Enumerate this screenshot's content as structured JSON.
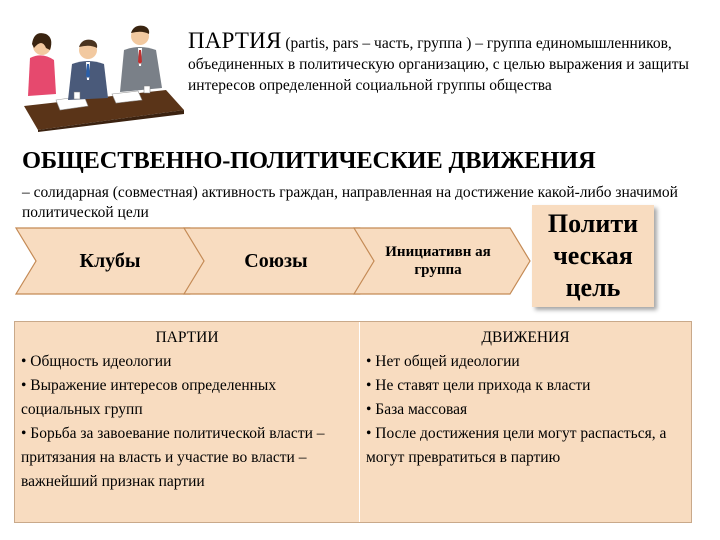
{
  "party": {
    "title": "ПАРТИЯ",
    "definition": " (partis, pars – часть, группа ) – группа единомышленников, объединенных в политическую организацию, с целью выражения и защиты интересов определенной социальной группы общества"
  },
  "movements": {
    "title": "ОБЩЕСТВЕННО-ПОЛИТИЧЕСКИЕ ДВИЖЕНИЯ",
    "definition": "– солидарная (совместная) активность граждан, направленная на достижение какой-либо значимой политической цели"
  },
  "arrows": [
    {
      "label": "Клубы"
    },
    {
      "label": "Союзы"
    },
    {
      "label": "Инициативн ая группа"
    }
  ],
  "goal": {
    "label": "Полити ческая цель"
  },
  "comparison": {
    "left": {
      "header": "ПАРТИИ",
      "items": [
        "• Общность идеологии",
        "• Выражение интересов определенных социальных групп",
        "• Борьба за завоевание политической власти – притязания на власть и участие во власти – важнейший признак партии"
      ]
    },
    "right": {
      "header": "ДВИЖЕНИЯ",
      "items": [
        "• Нет общей идеологии",
        "• Не ставят цели прихода к власти",
        "• База массовая",
        "• После достижения цели могут распасться, а могут превратиться в партию"
      ]
    }
  },
  "colors": {
    "arrow_fill": "#f8dcc0",
    "arrow_stroke": "#c48a55",
    "box_fill": "#f8dcc0"
  },
  "icons": {
    "clipart": "business-meeting-illustration"
  }
}
